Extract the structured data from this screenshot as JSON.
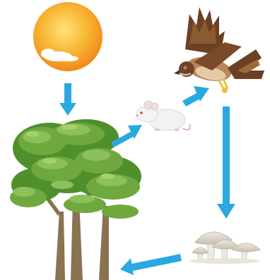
{
  "diagram": {
    "kind": "food-chain-cycle",
    "nodes": [
      {
        "id": "sun",
        "icon": "sun-icon"
      },
      {
        "id": "trees",
        "icon": "tree-icon"
      },
      {
        "id": "mouse",
        "icon": "mouse-icon"
      },
      {
        "id": "hawk",
        "icon": "hawk-icon"
      },
      {
        "id": "mushrooms",
        "icon": "mushroom-icon"
      }
    ],
    "edges": [
      {
        "from": "sun",
        "to": "trees"
      },
      {
        "from": "trees",
        "to": "mouse"
      },
      {
        "from": "mouse",
        "to": "hawk"
      },
      {
        "from": "hawk",
        "to": "mushrooms"
      },
      {
        "from": "mushrooms",
        "to": "trees"
      }
    ],
    "colors": {
      "arrow": "#29a9e0",
      "sun_core": "#f7b733",
      "sun_edge": "#f08a1c",
      "foliage_dark": "#4f8f2c",
      "foliage_light": "#8cc05a",
      "trunk": "#8a7350",
      "hawk_wing": "#6b4024",
      "mushroom_cap": "#ddd6cc"
    }
  }
}
